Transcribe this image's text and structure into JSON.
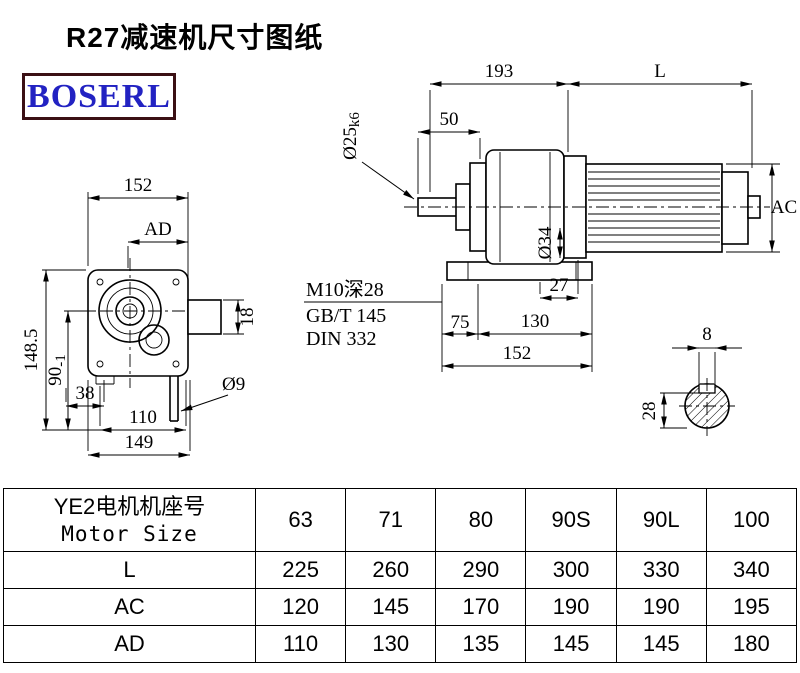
{
  "page": {
    "title": "R27减速机尺寸图纸",
    "logo_text": "BOSERL",
    "colors": {
      "logo_text": "#2222c2",
      "logo_border": "#3b1014",
      "line_color": "#000000"
    }
  },
  "left_view": {
    "dim_width_top": "152",
    "dim_ad": "AD",
    "dim_total_height": "148.5",
    "dim_center_height": "90",
    "dim_center_height_tol": "-1",
    "dim_38": "38",
    "dim_110": "110",
    "dim_149": "149",
    "dim_18": "18",
    "dim_hole_dia": "Ø9"
  },
  "right_view": {
    "dim_193": "193",
    "dim_motor_length_label": "L",
    "dim_50": "50",
    "dim_shaft_dia": "Ø25",
    "dim_shaft_fit": "k6",
    "dim_motor_dia_label": "AC",
    "dim_output_dia": "Ø34",
    "thread_note": "M10深28",
    "standard_gb": "GB/T 145",
    "standard_din": "DIN 332",
    "dim_27": "27",
    "dim_75": "75",
    "dim_130": "130",
    "dim_152": "152"
  },
  "shaft_section": {
    "dim_key_width": "8",
    "dim_28": "28"
  },
  "table": {
    "header": {
      "label_line1": "YE2电机机座号",
      "label_line2": "Motor Size",
      "sizes": [
        "63",
        "71",
        "80",
        "90S",
        "90L",
        "100"
      ]
    },
    "rows": [
      {
        "label": "L",
        "values": [
          "225",
          "260",
          "290",
          "300",
          "330",
          "340"
        ]
      },
      {
        "label": "AC",
        "values": [
          "120",
          "145",
          "170",
          "190",
          "190",
          "195"
        ]
      },
      {
        "label": "AD",
        "values": [
          "110",
          "130",
          "135",
          "145",
          "145",
          "180"
        ]
      }
    ]
  }
}
